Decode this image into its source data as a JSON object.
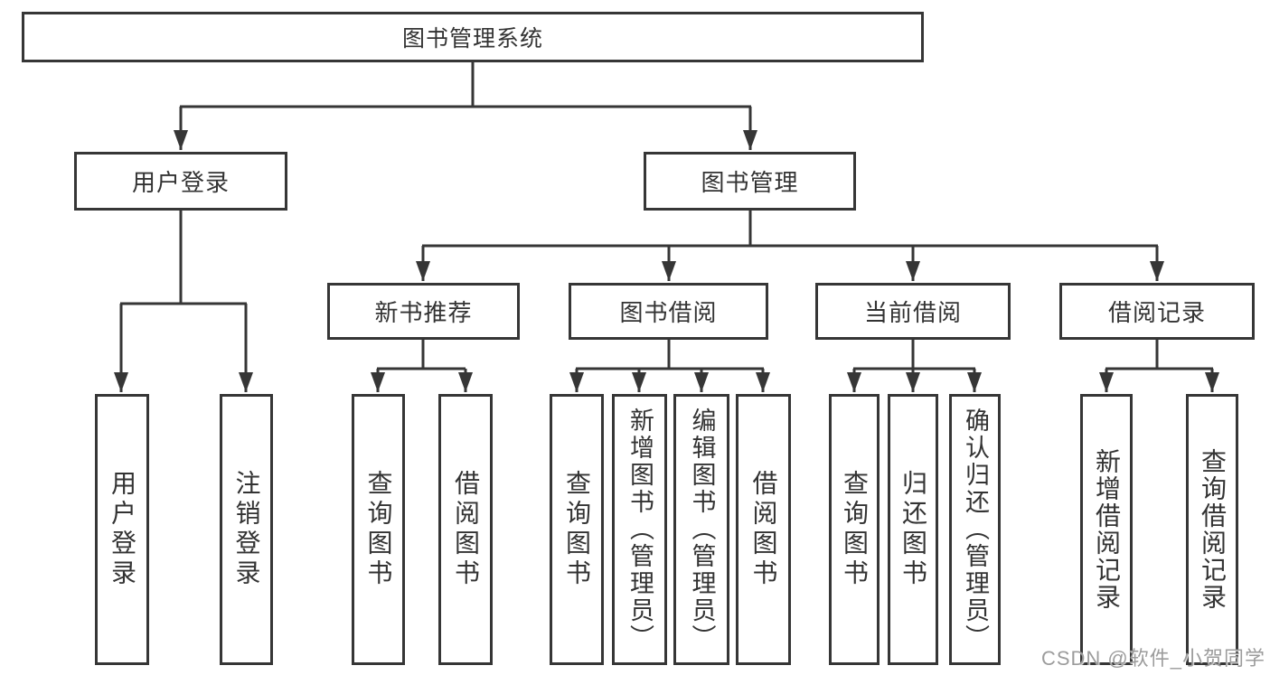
{
  "tree": {
    "root": "图书管理系统",
    "branches": [
      {
        "label": "用户登录",
        "children": [
          "用户登录",
          "注销登录"
        ]
      },
      {
        "label": "图书管理",
        "sections": [
          {
            "label": "新书推荐",
            "children": [
              "查询图书",
              "借阅图书"
            ]
          },
          {
            "label": "图书借阅",
            "children": [
              "查询图书",
              "新增图书（管理员）",
              "编辑图书（管理员）",
              "借阅图书"
            ]
          },
          {
            "label": "当前借阅",
            "children": [
              "查询图书",
              "归还图书",
              "确认归还（管理员）"
            ]
          },
          {
            "label": "借阅记录",
            "children": [
              "新增借阅记录",
              "查询借阅记录"
            ]
          }
        ]
      }
    ]
  },
  "watermark": "CSDN @软件_小贺同学",
  "colors": {
    "line": "#363636",
    "text": "#333333",
    "watermark": "#9c9c9c",
    "background": "#ffffff"
  }
}
